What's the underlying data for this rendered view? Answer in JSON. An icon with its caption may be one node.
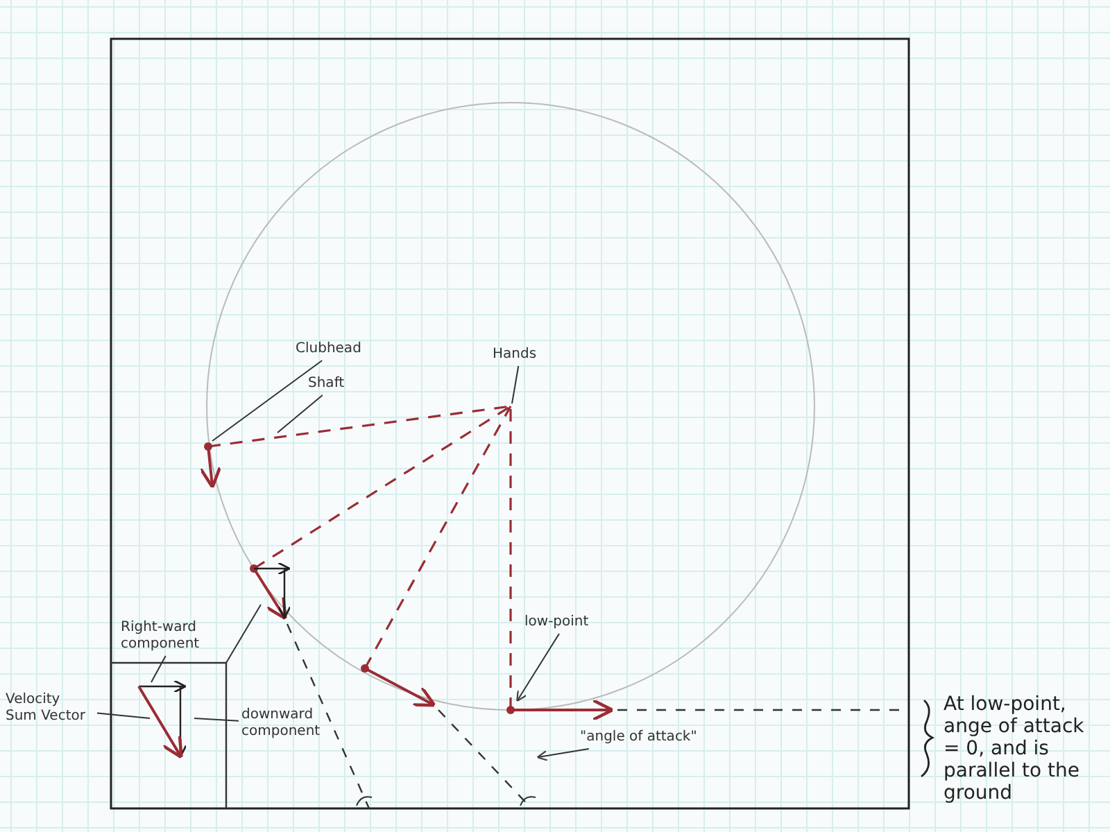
{
  "diagram": {
    "nodes": [
      {
        "text": [
          "Clubhead"
        ]
      },
      {
        "text": [
          "Shaft"
        ]
      },
      {
        "text": [
          "Hands"
        ]
      },
      {
        "text": [
          "low-point"
        ]
      },
      {
        "text": [
          "\"angle of attack\""
        ]
      },
      {
        "text": [
          "Right-ward component"
        ]
      },
      {
        "text": [
          "Velocity Sum Vector"
        ]
      },
      {
        "text": [
          "downward component"
        ]
      }
    ],
    "edges": [
      {
        "from": 0,
        "to": null,
        "arrow": "none"
      },
      {
        "from": 1,
        "to": null,
        "arrow": "none"
      },
      {
        "from": 2,
        "to": null,
        "arrow": "none"
      },
      {
        "from": 3,
        "to": null,
        "arrow": "to"
      },
      {
        "from": 4,
        "to": null,
        "arrow": "to"
      },
      {
        "from": 5,
        "to": null,
        "arrow": "none"
      },
      {
        "from": 6,
        "to": null,
        "arrow": "none"
      },
      {
        "from": 7,
        "to": null,
        "arrow": "none"
      }
    ],
    "labels": [
      "At low-point, ange of attack = 0, and is parallel to the ground"
    ]
  }
}
